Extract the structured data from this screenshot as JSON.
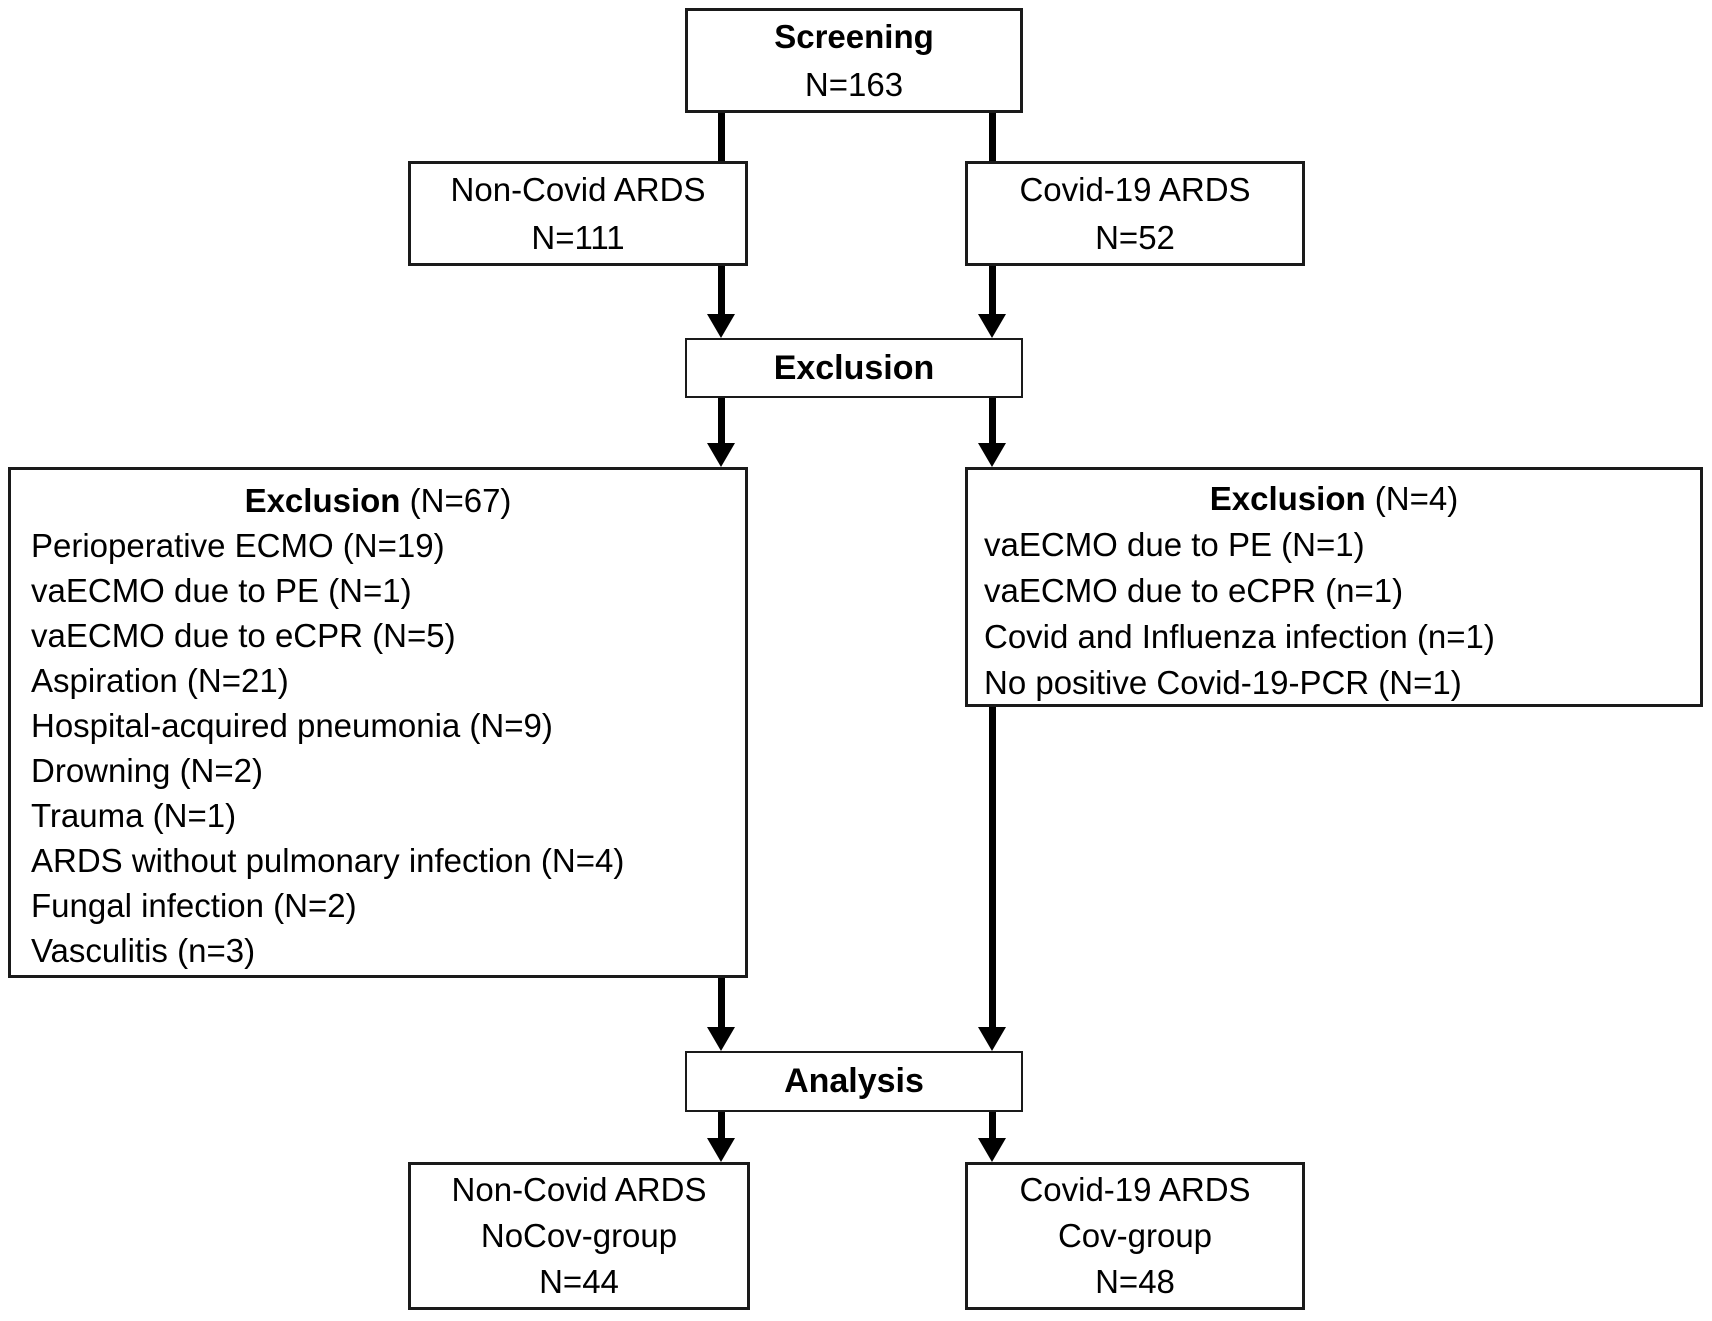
{
  "colors": {
    "background": "#ffffff",
    "box_fill": "#ffffff",
    "box_border": "#1a1a1a",
    "line": "#000000",
    "text": "#000000"
  },
  "boxes": {
    "screening": {
      "title": "Screening",
      "n": "N=163"
    },
    "non_covid_ards": {
      "line1": "Non-Covid ARDS",
      "line2": "N=111"
    },
    "covid_ards": {
      "line1": "Covid-19 ARDS",
      "line2": "N=52"
    },
    "exclusion_bar": {
      "title": "Exclusion"
    },
    "exclusion_left": {
      "heading_bold": "Exclusion",
      "heading_rest": " (N=67)",
      "items": [
        "Perioperative ECMO (N=19)",
        "vaECMO due to PE (N=1)",
        "vaECMO due to eCPR (N=5)",
        "Aspiration (N=21)",
        "Hospital-acquired pneumonia (N=9)",
        "Drowning (N=2)",
        "Trauma (N=1)",
        "ARDS without pulmonary infection (N=4)",
        "Fungal infection (N=2)",
        "Vasculitis (n=3)"
      ]
    },
    "exclusion_right": {
      "heading_bold": "Exclusion",
      "heading_rest": " (N=4)",
      "items": [
        "vaECMO due to PE (N=1)",
        "vaECMO due to eCPR (n=1)",
        "Covid and Influenza infection (n=1)",
        "No positive Covid-19-PCR (N=1)"
      ]
    },
    "analysis_bar": {
      "title": "Analysis"
    },
    "nocov_group": {
      "line1": "Non-Covid ARDS",
      "line2": "NoCov-group",
      "line3": "N=44"
    },
    "cov_group": {
      "line1": "Covid-19 ARDS",
      "line2": "Cov-group",
      "line3": "N=48"
    }
  },
  "edges": [
    {
      "from": "screening",
      "to": "non_covid_ards",
      "arrowhead": false
    },
    {
      "from": "screening",
      "to": "covid_ards",
      "arrowhead": false
    },
    {
      "from": "non_covid_ards",
      "to": "exclusion_bar",
      "arrowhead": true
    },
    {
      "from": "covid_ards",
      "to": "exclusion_bar",
      "arrowhead": true
    },
    {
      "from": "exclusion_bar",
      "to": "exclusion_left",
      "arrowhead": true
    },
    {
      "from": "exclusion_bar",
      "to": "exclusion_right",
      "arrowhead": true
    },
    {
      "from": "exclusion_left",
      "to": "analysis_bar",
      "arrowhead": true
    },
    {
      "from": "exclusion_right",
      "to": "analysis_bar",
      "arrowhead": true
    },
    {
      "from": "analysis_bar",
      "to": "nocov_group",
      "arrowhead": true
    },
    {
      "from": "analysis_bar",
      "to": "cov_group",
      "arrowhead": true
    }
  ]
}
